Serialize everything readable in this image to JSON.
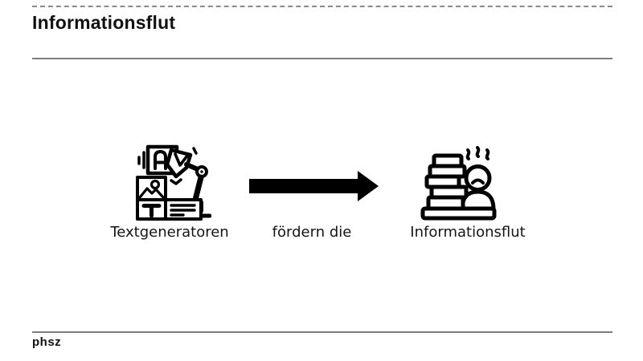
{
  "slide": {
    "title": "Informationsflut",
    "footer_logo": "phsz"
  },
  "diagram": {
    "subject": {
      "label": "Textgeneratoren",
      "icon": "text-generator-robot-arm-icon"
    },
    "relation": {
      "label": "fördern die",
      "icon": "arrow-right-icon"
    },
    "object": {
      "label": "Informationsflut",
      "icon": "paper-stack-stressed-person-icon"
    }
  },
  "colors": {
    "ink": "#000000",
    "rule_gray": "#7d7d7d",
    "title_color": "#111111",
    "background": "#ffffff"
  }
}
